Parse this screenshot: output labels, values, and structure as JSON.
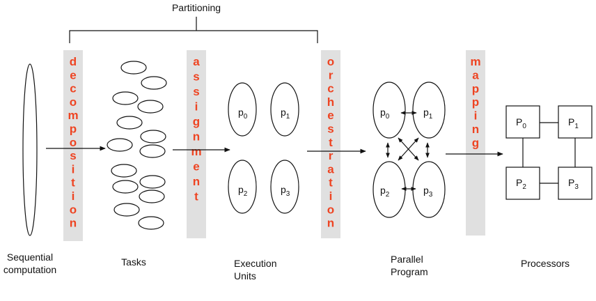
{
  "title": "Partitioning",
  "colors": {
    "step_text": "#ee4422",
    "step_bar": "#e0e0e0",
    "stroke": "#111111"
  },
  "steps": [
    {
      "id": "decomposition",
      "text": "decomposition"
    },
    {
      "id": "assignment",
      "text": "assignment"
    },
    {
      "id": "orchestration",
      "text": "orchestration"
    },
    {
      "id": "mapping",
      "text": "mapping"
    }
  ],
  "stages": {
    "sequential": {
      "line1": "Sequential",
      "line2": "computation"
    },
    "tasks": {
      "line1": "Tasks"
    },
    "execution": {
      "line1": "Execution",
      "line2": "Units"
    },
    "parallel": {
      "line1": "Parallel",
      "line2": "Program"
    },
    "processors": {
      "line1": "Processors"
    }
  },
  "units": {
    "p0": {
      "base": "p",
      "sub": "0"
    },
    "p1": {
      "base": "p",
      "sub": "1"
    },
    "p2": {
      "base": "p",
      "sub": "2"
    },
    "p3": {
      "base": "p",
      "sub": "3"
    }
  },
  "processors": {
    "P0": {
      "base": "P",
      "sub": "0"
    },
    "P1": {
      "base": "P",
      "sub": "1"
    },
    "P2": {
      "base": "P",
      "sub": "2"
    },
    "P3": {
      "base": "P",
      "sub": "3"
    }
  }
}
